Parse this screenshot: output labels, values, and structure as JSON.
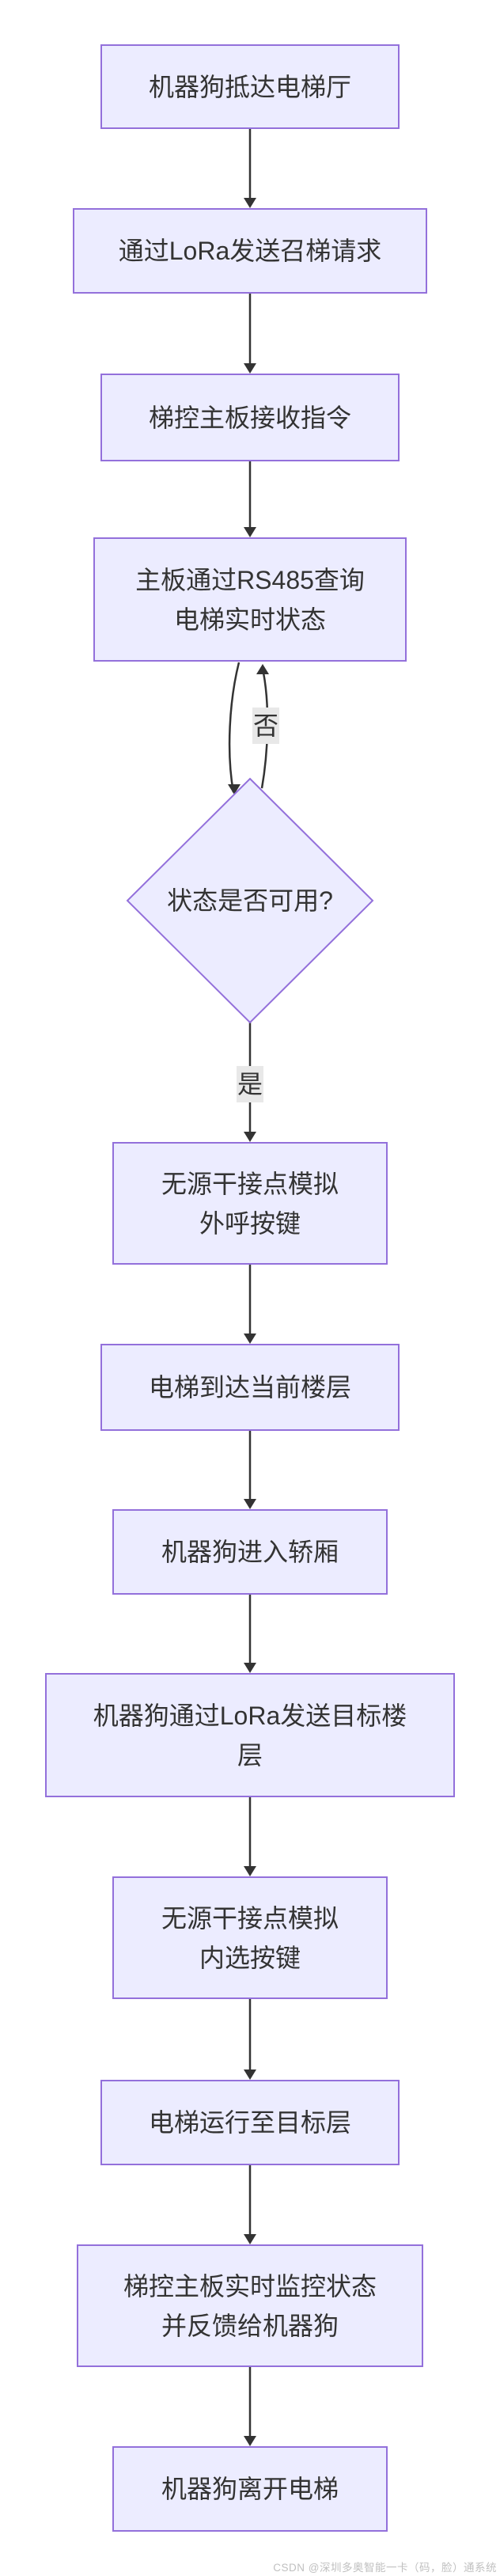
{
  "flow": {
    "nodes": [
      {
        "key": "arrive-hall",
        "shape": "rect",
        "lines": [
          "机器狗抵达电梯厅"
        ]
      },
      {
        "key": "send-call-request",
        "shape": "rect",
        "lines": [
          "通过LoRa发送召梯请求"
        ]
      },
      {
        "key": "board-receive-command",
        "shape": "rect",
        "lines": [
          "梯控主板接收指令"
        ]
      },
      {
        "key": "query-status",
        "shape": "rect",
        "lines": [
          "主板通过RS485查询",
          "电梯实时状态"
        ]
      },
      {
        "key": "status-available",
        "shape": "decision",
        "lines": [
          "状态是否可用?"
        ]
      },
      {
        "key": "simulate-hall-call",
        "shape": "rect",
        "lines": [
          "无源干接点模拟",
          "外呼按键"
        ]
      },
      {
        "key": "elevator-arrives",
        "shape": "rect",
        "lines": [
          "电梯到达当前楼层"
        ]
      },
      {
        "key": "enter-car",
        "shape": "rect",
        "lines": [
          "机器狗进入轿厢"
        ]
      },
      {
        "key": "send-target-floor",
        "shape": "rect",
        "lines": [
          "机器狗通过LoRa发送目标楼",
          "层"
        ]
      },
      {
        "key": "simulate-car-call",
        "shape": "rect",
        "lines": [
          "无源干接点模拟",
          "内选按键"
        ]
      },
      {
        "key": "run-to-target",
        "shape": "rect",
        "lines": [
          "电梯运行至目标层"
        ]
      },
      {
        "key": "monitor-feedback",
        "shape": "rect",
        "lines": [
          "梯控主板实时监控状态",
          "并反馈给机器狗"
        ]
      },
      {
        "key": "leave-elevator",
        "shape": "rect",
        "lines": [
          "机器狗离开电梯"
        ]
      }
    ],
    "edges": [
      {
        "from": "arrive-hall",
        "to": "send-call-request",
        "label": ""
      },
      {
        "from": "send-call-request",
        "to": "board-receive-command",
        "label": ""
      },
      {
        "from": "board-receive-command",
        "to": "query-status",
        "label": ""
      },
      {
        "from": "query-status",
        "to": "status-available",
        "label": ""
      },
      {
        "from": "status-available",
        "to": "query-status",
        "label": "否"
      },
      {
        "from": "status-available",
        "to": "simulate-hall-call",
        "label": "是"
      },
      {
        "from": "simulate-hall-call",
        "to": "elevator-arrives",
        "label": ""
      },
      {
        "from": "elevator-arrives",
        "to": "enter-car",
        "label": ""
      },
      {
        "from": "enter-car",
        "to": "send-target-floor",
        "label": ""
      },
      {
        "from": "send-target-floor",
        "to": "simulate-car-call",
        "label": ""
      },
      {
        "from": "simulate-car-call",
        "to": "run-to-target",
        "label": ""
      },
      {
        "from": "run-to-target",
        "to": "monitor-feedback",
        "label": ""
      },
      {
        "from": "monitor-feedback",
        "to": "leave-elevator",
        "label": ""
      }
    ]
  },
  "colors": {
    "node_fill": "#ECECFF",
    "node_border": "#9370DB",
    "edge": "#333333",
    "text": "#333333",
    "edge_label_bg": "#E8E8E8",
    "watermark": "#C0C0C0"
  },
  "watermark": {
    "text": "CSDN @深圳多奥智能一卡（码，脸）通系统"
  }
}
